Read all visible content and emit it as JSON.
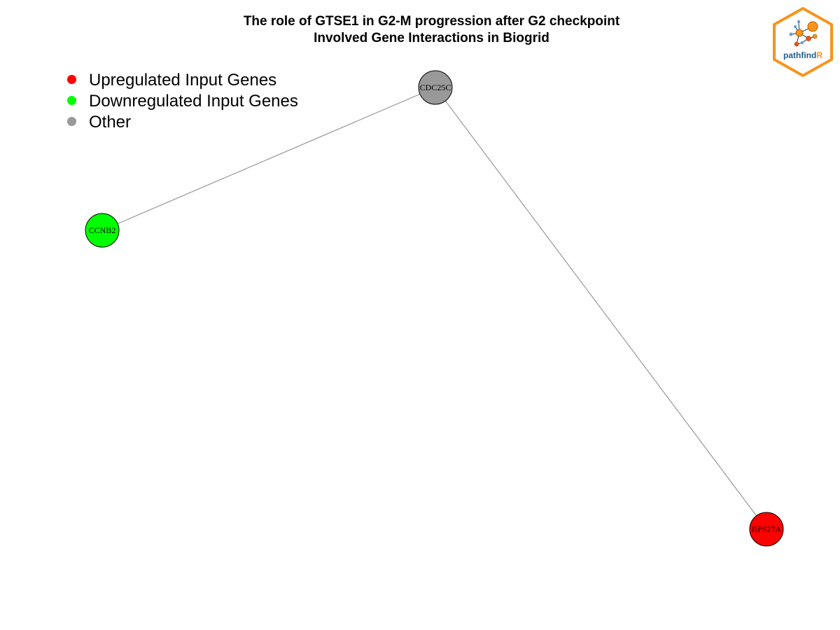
{
  "title": {
    "line1": "The role of GTSE1 in G2-M progression after G2 checkpoint",
    "line2": "Involved Gene Interactions in Biogrid"
  },
  "legend": {
    "items": [
      {
        "label": "Upregulated Input Genes",
        "color": "#ff0000"
      },
      {
        "label": "Downregulated Input Genes",
        "color": "#00ff00"
      },
      {
        "label": "Other",
        "color": "#999999"
      }
    ]
  },
  "network": {
    "nodes": [
      {
        "id": "CDC25C",
        "label": "CDC25C",
        "category": "Other",
        "color": "#999999"
      },
      {
        "id": "CCNB2",
        "label": "CCNB2",
        "category": "Downregulated Input Genes",
        "color": "#00ff00"
      },
      {
        "id": "RPS27A",
        "label": "RPS27A",
        "category": "Upregulated Input Genes",
        "color": "#ff0000"
      }
    ],
    "edges": [
      {
        "source": "CDC25C",
        "target": "CCNB2"
      },
      {
        "source": "CDC25C",
        "target": "RPS27A"
      }
    ],
    "edge_color": "#999999"
  },
  "logo": {
    "text_main": "pathfind",
    "text_accent": "R",
    "border_color": "#f7941d",
    "text_color": "#1f5e8c",
    "accent_color": "#f7941d"
  }
}
